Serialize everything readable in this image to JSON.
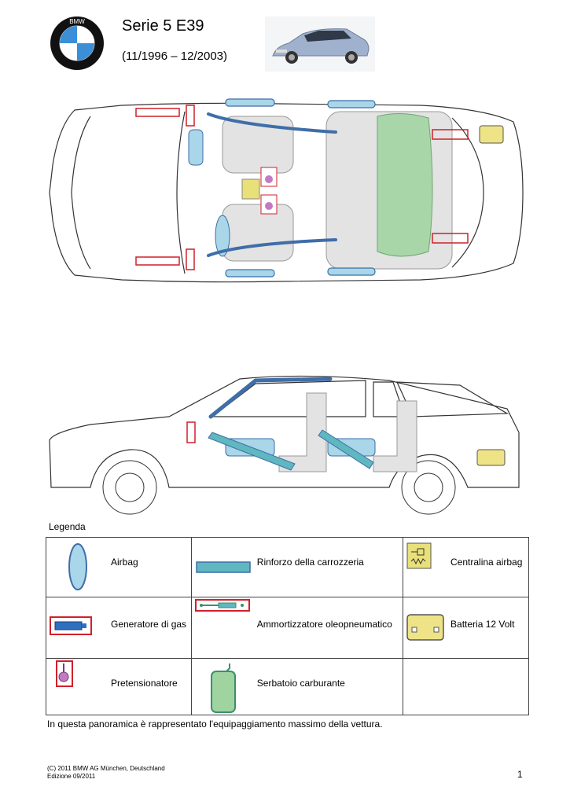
{
  "header": {
    "title": "Serie 5 E39",
    "subtitle": "(11/1996 – 12/2003)"
  },
  "legend": {
    "title": "Legenda",
    "items": [
      {
        "label": "Airbag",
        "icon": "airbag-icon"
      },
      {
        "label": "Rinforzo della carrozzeria",
        "icon": "body-reinforcement-icon"
      },
      {
        "label": "Centralina airbag",
        "icon": "airbag-control-unit-icon"
      },
      {
        "label": "Generatore di gas",
        "icon": "gas-generator-icon"
      },
      {
        "label": "Ammortizzatore oleopneumatico",
        "icon": "gas-strut-icon"
      },
      {
        "label": "Batteria 12 Volt",
        "icon": "battery-icon"
      },
      {
        "label": "Pretensionatore",
        "icon": "pretensioner-icon"
      },
      {
        "label": "Serbatoio carburante",
        "icon": "fuel-tank-icon"
      }
    ]
  },
  "note": "In questa panoramica è rappresentato l'equipaggiamento massimo della vettura.",
  "footer": {
    "copyright": "(C) 2011 BMW AG München, Deutschland",
    "edition": "Edizione 09/2011",
    "page": "1"
  },
  "colors": {
    "airbag": "#a9d6e8",
    "reinforcement": "#5fb7bf",
    "highlight_red": "#d0202a",
    "pretensioner": "#c27bc0",
    "control_unit": "#e8e079",
    "fuel_tank": "#9fd4a0",
    "battery": "#eee487"
  }
}
